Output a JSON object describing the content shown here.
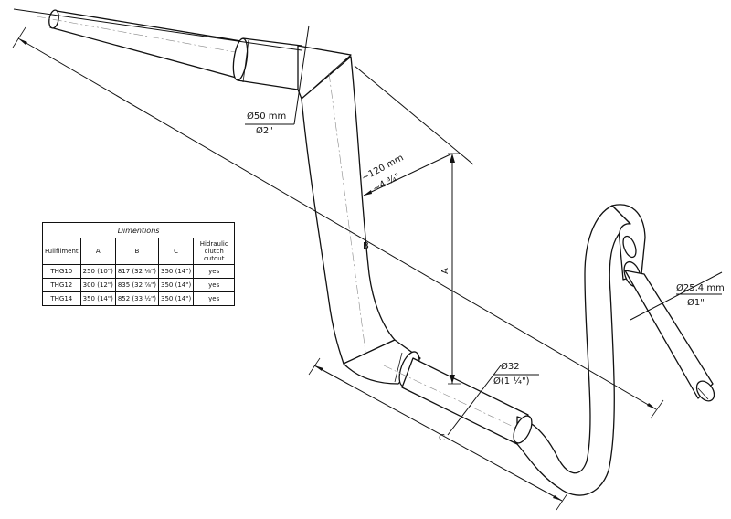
{
  "labels": {
    "d50_mm": "Ø50 mm",
    "d50_in": "Ø2\"",
    "rise_mm": "~120 mm",
    "rise_in": "~4 ¾\"",
    "d32": "Ø32",
    "d32_in": "Ø(1 ¼\")",
    "d25_mm": "Ø25,4 mm",
    "d25_in": "Ø1\"",
    "dim_a": "A",
    "dim_b": "B",
    "dim_c": "C"
  },
  "table": {
    "title": "Dimentions",
    "headers": [
      "Fullfilment",
      "A",
      "B",
      "C",
      "Hidraulic clutch cutout"
    ],
    "rows": [
      [
        "THG10",
        "250 (10\")",
        "817 (32 ⅛\")",
        "350 (14\")",
        "yes"
      ],
      [
        "THG12",
        "300 (12\")",
        "835 (32 ⅞\")",
        "350 (14\")",
        "yes"
      ],
      [
        "THG14",
        "350 (14\")",
        "852 (33 ½\")",
        "350 (14\")",
        "yes"
      ]
    ]
  }
}
